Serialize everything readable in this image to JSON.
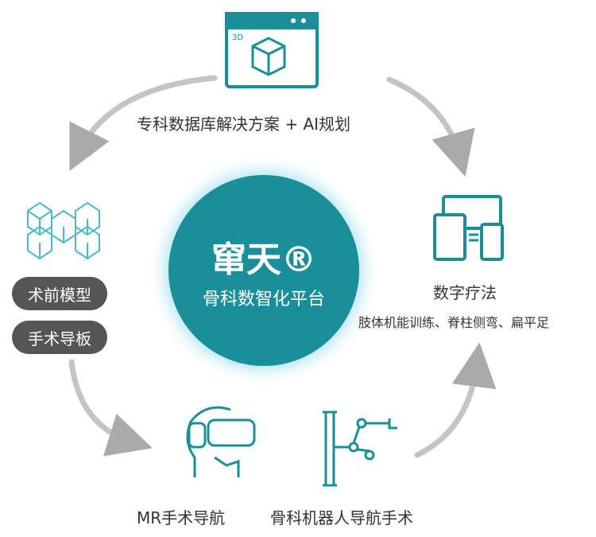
{
  "center": {
    "title": "窜天®",
    "subtitle": "骨科数智化平台"
  },
  "top": {
    "label": "专科数据库解决方案 + AI规划",
    "icon_text": "3D"
  },
  "left": {
    "pills": [
      "术前模型",
      "手术导板"
    ]
  },
  "right": {
    "title": "数字疗法",
    "subtitle": "肢体机能训练、脊柱侧弯、扁平足"
  },
  "bottom": {
    "left_label": "MR手术导航",
    "right_label": "骨科机器人导航手术"
  },
  "colors": {
    "teal": "#1a8f99",
    "arrow": "#bdbdbd",
    "pill": "#555555"
  }
}
